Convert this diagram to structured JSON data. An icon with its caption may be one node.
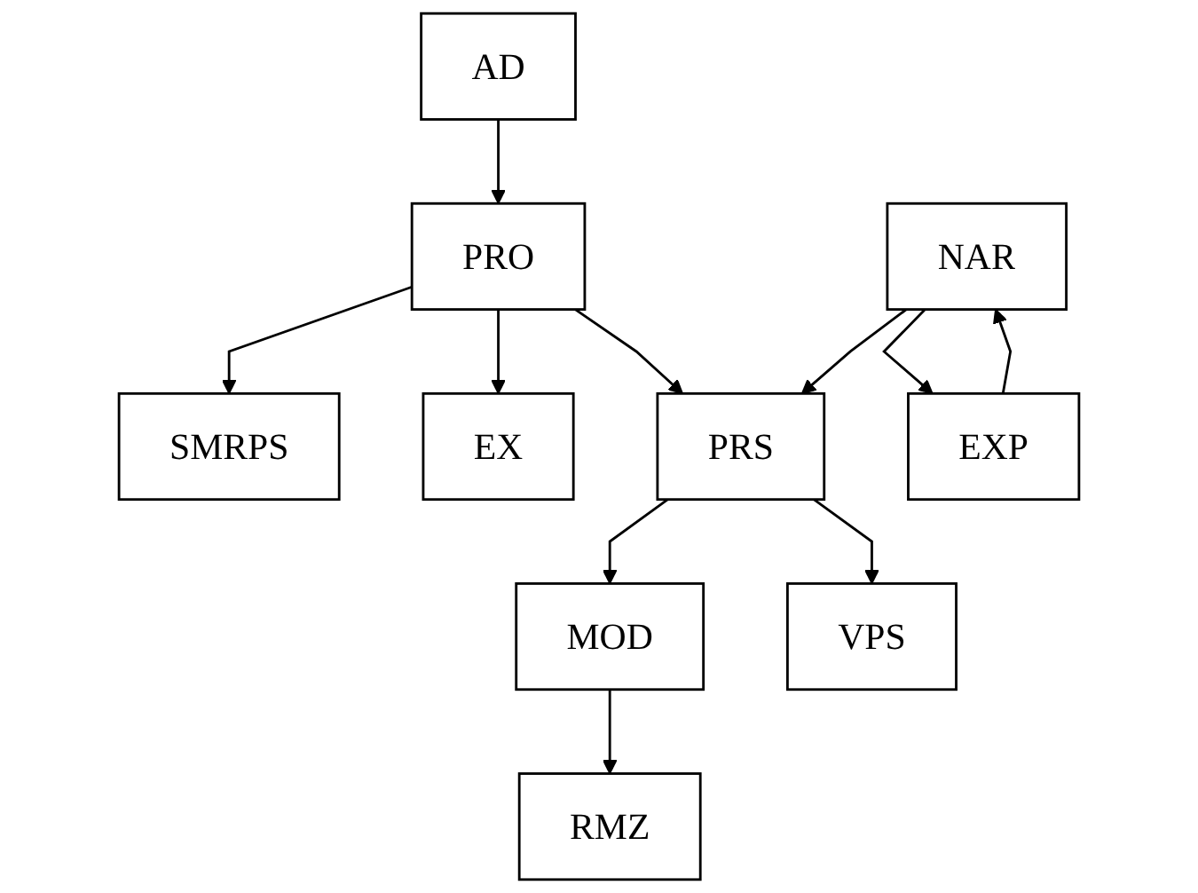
{
  "diagram": {
    "nodes": [
      {
        "text": [
          "SMRPS"
        ]
      },
      {
        "text": [
          "PRO"
        ]
      },
      {
        "text": [
          "EX"
        ]
      },
      {
        "text": [
          "AD"
        ]
      },
      {
        "text": [
          "PRS"
        ]
      },
      {
        "text": [
          "MOD"
        ]
      },
      {
        "text": [
          "NAR"
        ]
      },
      {
        "text": [
          "VPS"
        ]
      },
      {
        "text": [
          "RMZ"
        ]
      },
      {
        "text": [
          "EXP"
        ]
      }
    ],
    "edges": [
      {
        "from": 1,
        "to": 0,
        "arrow": "to"
      },
      {
        "from": 1,
        "to": 2,
        "arrow": "to"
      },
      {
        "from": 3,
        "to": 1,
        "arrow": "to"
      },
      {
        "from": 1,
        "to": 4,
        "arrow": "to"
      },
      {
        "from": 4,
        "to": 5,
        "arrow": "to"
      },
      {
        "from": 6,
        "to": 4,
        "arrow": "to"
      },
      {
        "from": 4,
        "to": 7,
        "arrow": "to"
      },
      {
        "from": 5,
        "to": 8,
        "arrow": "to"
      },
      {
        "from": 9,
        "to": 6,
        "arrow": "to"
      },
      {
        "from": 6,
        "to": 9,
        "arrow": "to"
      }
    ]
  }
}
